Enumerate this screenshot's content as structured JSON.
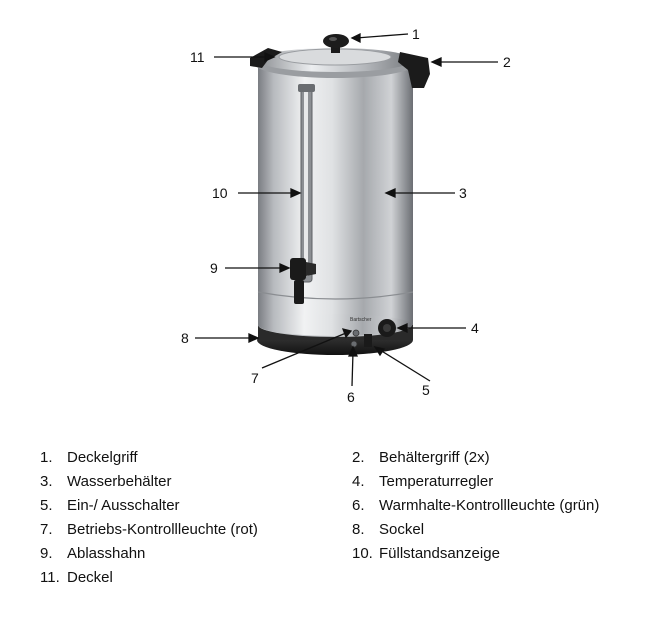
{
  "callouts": {
    "c1": "1",
    "c2": "2",
    "c3": "3",
    "c4": "4",
    "c5": "5",
    "c6": "6",
    "c7": "7",
    "c8": "8",
    "c9": "9",
    "c10": "10",
    "c11": "11"
  },
  "legend": [
    {
      "num": "1.",
      "label": "Deckelgriff"
    },
    {
      "num": "2.",
      "label": "Behältergriff (2x)"
    },
    {
      "num": "3.",
      "label": "Wasserbehälter"
    },
    {
      "num": "4.",
      "label": "Temperaturregler"
    },
    {
      "num": "5.",
      "label": "Ein-/ Ausschalter"
    },
    {
      "num": "6.",
      "label": "Warmhalte-Kontrollleuchte (grün)"
    },
    {
      "num": "7.",
      "label": "Betriebs-Kontrollleuchte (rot)"
    },
    {
      "num": "8.",
      "label": "Sockel"
    },
    {
      "num": "9.",
      "label": "Ablasshahn"
    },
    {
      "num": "10.",
      "label": "Füllstandsanzeige"
    },
    {
      "num": "11.",
      "label": "Deckel"
    }
  ],
  "brand_badge": "Bartscher"
}
